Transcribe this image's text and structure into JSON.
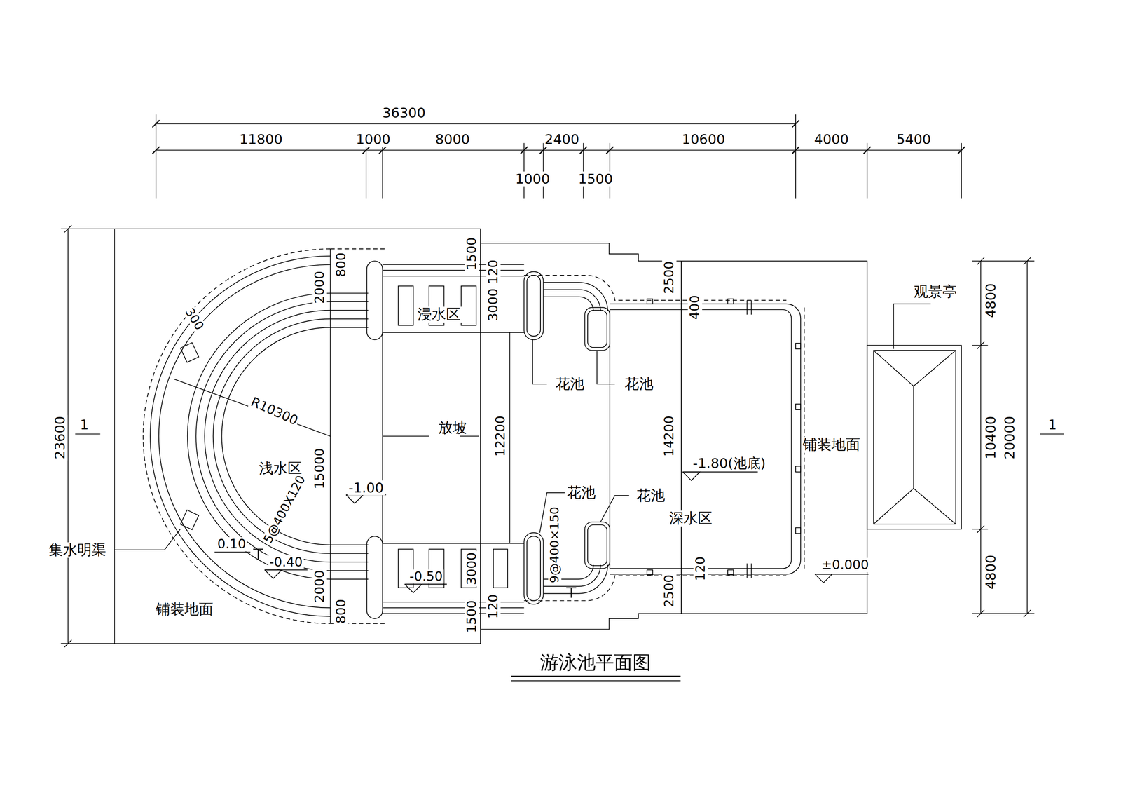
{
  "diagram": {
    "title": "游泳池平面图",
    "labels": [
      "36300",
      "11800",
      "1000",
      "8000",
      "2400",
      "10600",
      "4000",
      "5400",
      "1000",
      "1500",
      "23600",
      "1",
      "1",
      "4800",
      "10400",
      "20000",
      "4800",
      "800",
      "2000",
      "1500",
      "120",
      "3000",
      "15000",
      "12200",
      "14200",
      "2500",
      "400",
      "2000",
      "800",
      "3000",
      "120",
      "1500",
      "120",
      "2500",
      "9@400×150",
      "5@400X120",
      "R10300",
      "300",
      "浸水区",
      "放坡",
      "浅水区",
      "-1.00",
      "花池",
      "花池",
      "花池",
      "花池",
      "-1.80(池底)",
      "深水区",
      "铺装地面",
      "观景亭",
      "集水明渠",
      "0.10",
      "-0.40",
      "-0.50",
      "±0.000",
      "铺装地面"
    ]
  }
}
